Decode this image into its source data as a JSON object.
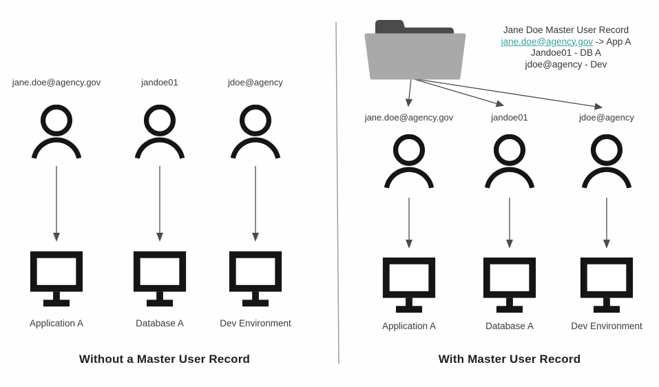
{
  "diagram": {
    "left_panel": {
      "caption": "Without a Master User Record",
      "users": [
        "jane.doe@agency.gov",
        "jandoe01",
        "jdoe@agency"
      ],
      "systems": [
        "Application A",
        "Database A",
        "Dev Environment"
      ]
    },
    "right_panel": {
      "caption": "With Master User Record",
      "master_record": {
        "title": "Jane Doe Master User Record",
        "link": "jane.doe@agency.gov",
        "link_suffix": " -> App A",
        "mapping_db": "Jandoe01 - DB A",
        "mapping_dev": "jdoe@agency - Dev"
      },
      "users": [
        "jane.doe@agency.gov",
        "jandoe01",
        "jdoe@agency"
      ],
      "systems": [
        "Application A",
        "Database A",
        "Dev Environment"
      ]
    }
  },
  "icons": {
    "person": "person-icon",
    "monitor": "monitor-icon",
    "folder": "folder-icon",
    "flow_arrow": "arrow-down-icon",
    "fanout_arrows": "fanout-arrows-icon"
  },
  "colors": {
    "icon_black": "#151515",
    "arrow_gray": "#4d4d4d",
    "label_gray": "#3a3a3a",
    "link_teal": "#35a3ab",
    "folder_back": "#4b4b4b",
    "folder_front": "#a9a9a9",
    "divider_gray": "#9a9a9a",
    "background": "#fefefe"
  }
}
